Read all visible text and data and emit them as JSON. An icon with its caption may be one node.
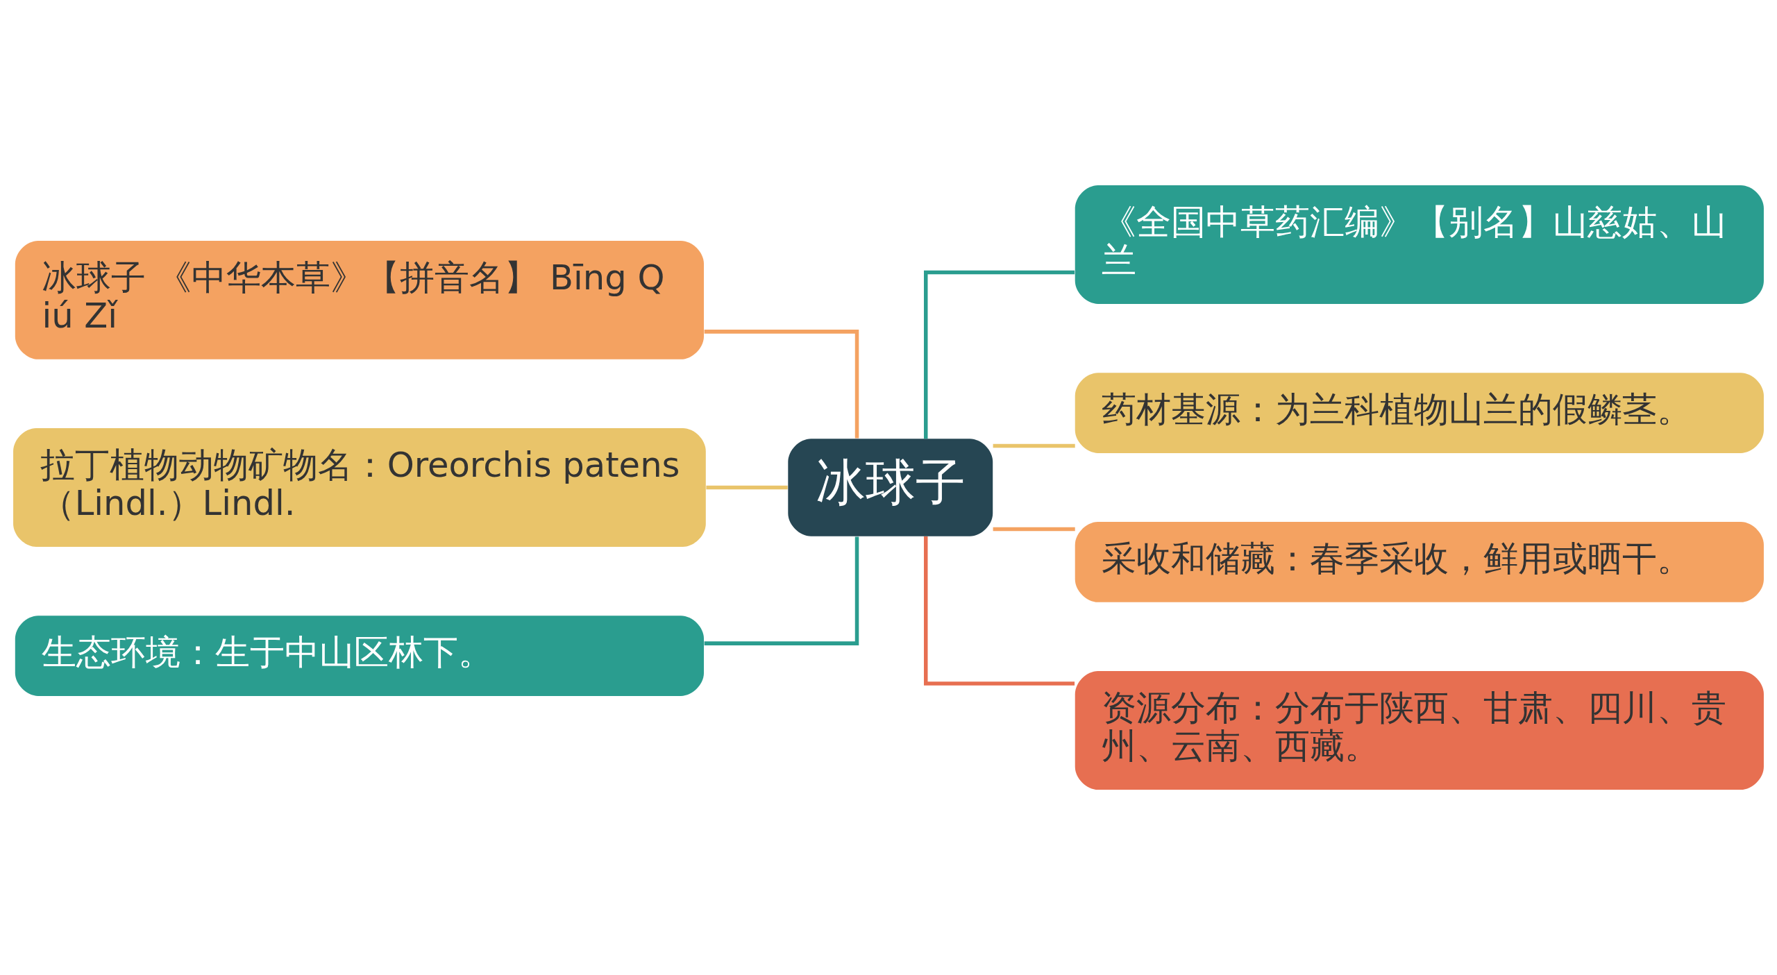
{
  "diagram": {
    "nodes": [
      {
        "text": [
          "冰球子"
        ]
      },
      {
        "text": [
          "冰球子 《中华本草》【拼音名】 Bīng Qiú Zǐ"
        ]
      },
      {
        "text": [
          "拉丁植物动物矿物名：Oreorchis patens（Lindl.）Lindl."
        ]
      },
      {
        "text": [
          "生态环境：生于中山区林下。"
        ]
      },
      {
        "text": [
          "《全国中草药汇编》【别名】山慈姑、山兰"
        ]
      },
      {
        "text": [
          "药材基源：为兰科植物山兰的假鳞茎。"
        ]
      },
      {
        "text": [
          "采收和储藏：春季采收，鲜用或晒干。"
        ]
      },
      {
        "text": [
          "资源分布：分布于陕西、甘肃、四川、贵州、云南、西藏。"
        ]
      }
    ],
    "edges": [
      {
        "from": 0,
        "to": 1,
        "arrow": "none",
        "color": "#f4a261"
      },
      {
        "from": 0,
        "to": 2,
        "arrow": "none",
        "color": "#e9c46a"
      },
      {
        "from": 0,
        "to": 3,
        "arrow": "none",
        "color": "#2a9d8f"
      },
      {
        "from": 0,
        "to": 4,
        "arrow": "none",
        "color": "#2a9d8f"
      },
      {
        "from": 0,
        "to": 5,
        "arrow": "none",
        "color": "#e9c46a"
      },
      {
        "from": 0,
        "to": 6,
        "arrow": "none",
        "color": "#f4a261"
      },
      {
        "from": 0,
        "to": 7,
        "arrow": "none",
        "color": "#e76f51"
      }
    ]
  }
}
